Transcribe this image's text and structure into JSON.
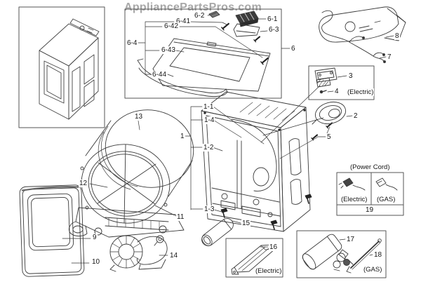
{
  "watermark": "AppliancePartsPros.com",
  "callouts": {
    "n1": "1",
    "n1_1": "1-1",
    "n1_2": "1-2",
    "n1_3": "1-3",
    "n1_4": "1-4",
    "n2": "2",
    "n3": "3",
    "n4": "4",
    "n5": "5",
    "n6": "6",
    "n6_1": "6-1",
    "n6_2": "6-2",
    "n6_3": "6-3",
    "n6_4": "6-4",
    "n6_41": "6-41",
    "n6_42": "6-42",
    "n6_43": "6-43",
    "n6_44": "6-44",
    "n7": "7",
    "n8": "8",
    "n9": "9",
    "n10": "10",
    "n11": "11",
    "n12": "12",
    "n13": "13",
    "n14": "14",
    "n15": "15",
    "n16": "16",
    "n17": "17",
    "n18": "18",
    "n19": "19"
  },
  "captions": {
    "electric_control": "(Electric)",
    "electric_heater": "(Electric)",
    "power_cord_title": "(Power Cord)",
    "power_cord_electric": "(Electric)",
    "power_cord_gas": "(GAS)",
    "gas_assembly": "(GAS)"
  }
}
